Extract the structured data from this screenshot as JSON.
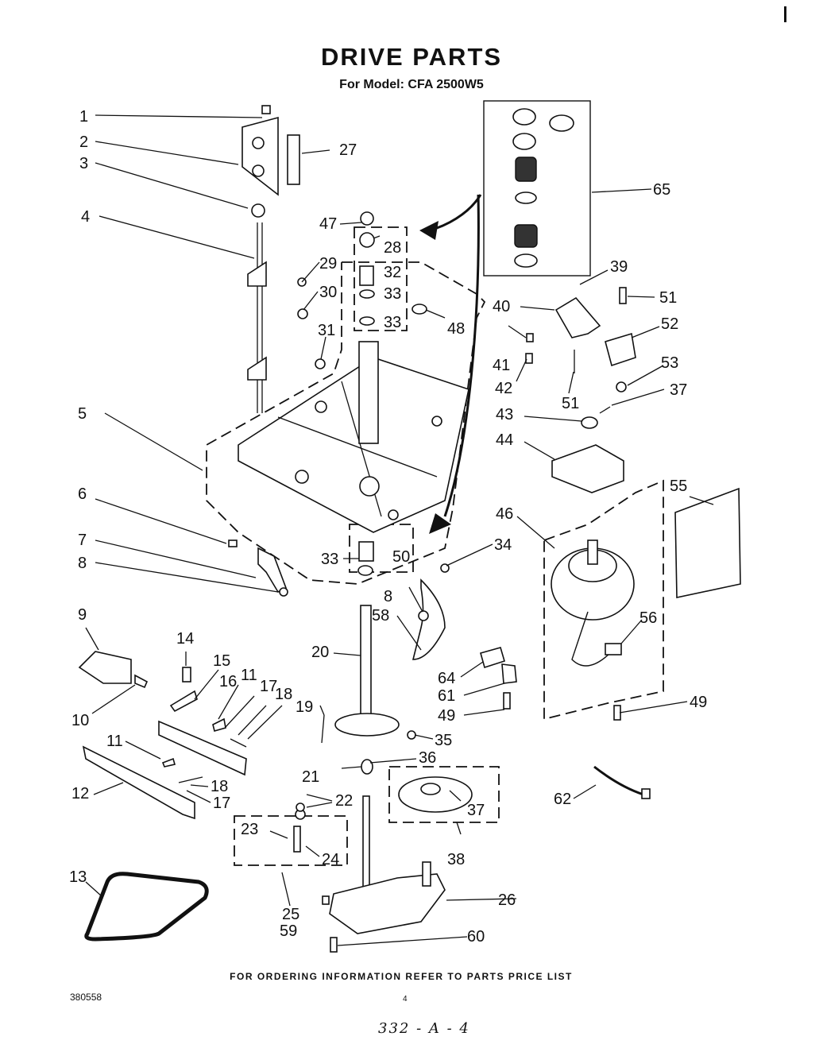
{
  "title": "DRIVE PARTS",
  "subtitle": "For Model: CFA 2500W5",
  "footer": "FOR ORDERING INFORMATION REFER TO PARTS PRICE LIST",
  "doc_number": "380558",
  "page_number": "4",
  "handwritten_note": "332 - A - 4",
  "callouts": {
    "c1": "1",
    "c2": "2",
    "c3": "3",
    "c4": "4",
    "c5": "5",
    "c6": "6",
    "c7": "7",
    "c8a": "8",
    "c8b": "8",
    "c9": "9",
    "c10": "10",
    "c11a": "11",
    "c11b": "11",
    "c12": "12",
    "c13": "13",
    "c14": "14",
    "c15": "15",
    "c16": "16",
    "c17a": "17",
    "c17b": "17",
    "c18a": "18",
    "c18b": "18",
    "c19": "19",
    "c20": "20",
    "c21": "21",
    "c22": "22",
    "c23": "23",
    "c24": "24",
    "c25": "25",
    "c26": "26",
    "c27": "27",
    "c28": "28",
    "c29": "29",
    "c30": "30",
    "c31": "31",
    "c32": "32",
    "c33a": "33",
    "c33b": "33",
    "c33c": "33",
    "c34": "34",
    "c35": "35",
    "c36": "36",
    "c37a": "37",
    "c37b": "37",
    "c38": "38",
    "c39": "39",
    "c40": "40",
    "c41": "41",
    "c42": "42",
    "c43": "43",
    "c44": "44",
    "c46": "46",
    "c47": "47",
    "c48": "48",
    "c49a": "49",
    "c49b": "49",
    "c50": "50",
    "c51a": "51",
    "c51b": "51",
    "c52": "52",
    "c53": "53",
    "c55": "55",
    "c56": "56",
    "c58": "58",
    "c59": "59",
    "c60": "60",
    "c61": "61",
    "c62": "62",
    "c64": "64",
    "c65": "65"
  }
}
